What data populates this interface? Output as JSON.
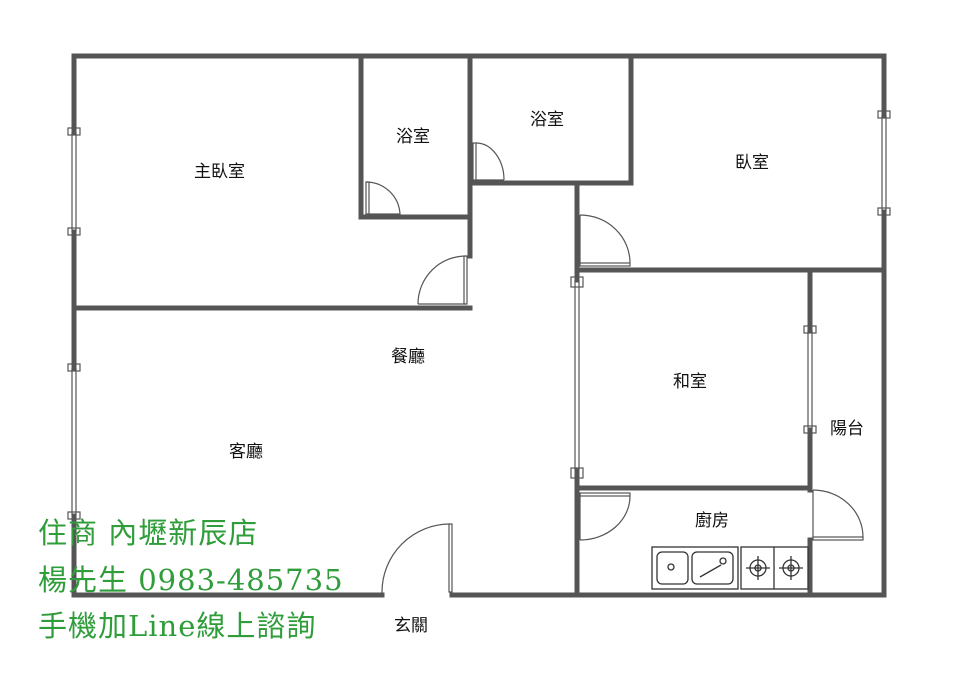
{
  "rooms": {
    "master_bedroom": "主臥室",
    "bath_1": "浴室",
    "bath_2": "浴室",
    "bedroom": "臥室",
    "dining": "餐廳",
    "living": "客廳",
    "tatami_room": "和室",
    "balcony": "陽台",
    "kitchen": "廚房",
    "entrance": "玄關"
  },
  "ad": {
    "line1": "住商 內壢新辰店",
    "line2": "楊先生 0983-485735",
    "line3": "手機加Line線上諮詢"
  },
  "colors": {
    "wall": "#555555",
    "ad_text": "#2e9d3a"
  }
}
